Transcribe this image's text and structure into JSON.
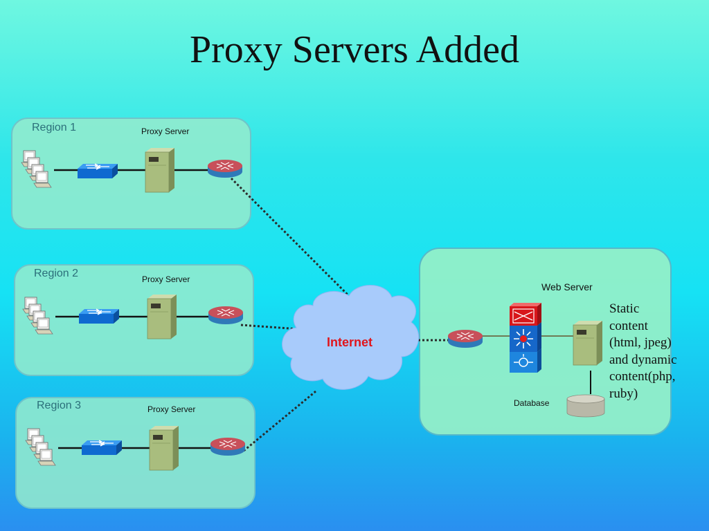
{
  "title": "Proxy Servers Added",
  "regions": [
    {
      "label": "Region 1",
      "proxy_label": "Proxy Server"
    },
    {
      "label": "Region 2",
      "proxy_label": "Proxy Server"
    },
    {
      "label": "Region 3",
      "proxy_label": "Proxy Server"
    }
  ],
  "internet_label": "Internet",
  "web_server_label": "Web Server",
  "database_label": "Database",
  "content_note": [
    "Static",
    "content",
    "(html, jpeg)",
    "and dynamic",
    "content(php,",
    "ruby)"
  ],
  "colors": {
    "internet_text": "#e0151c",
    "cloud": "#a8cbfb",
    "router": "#c8505a",
    "switch": "#1a74d6",
    "server": "#a9bd7e"
  },
  "icons": [
    "computer-icon",
    "switch-icon",
    "server-icon",
    "router-icon",
    "cloud-icon",
    "firewall-icon",
    "database-icon"
  ]
}
